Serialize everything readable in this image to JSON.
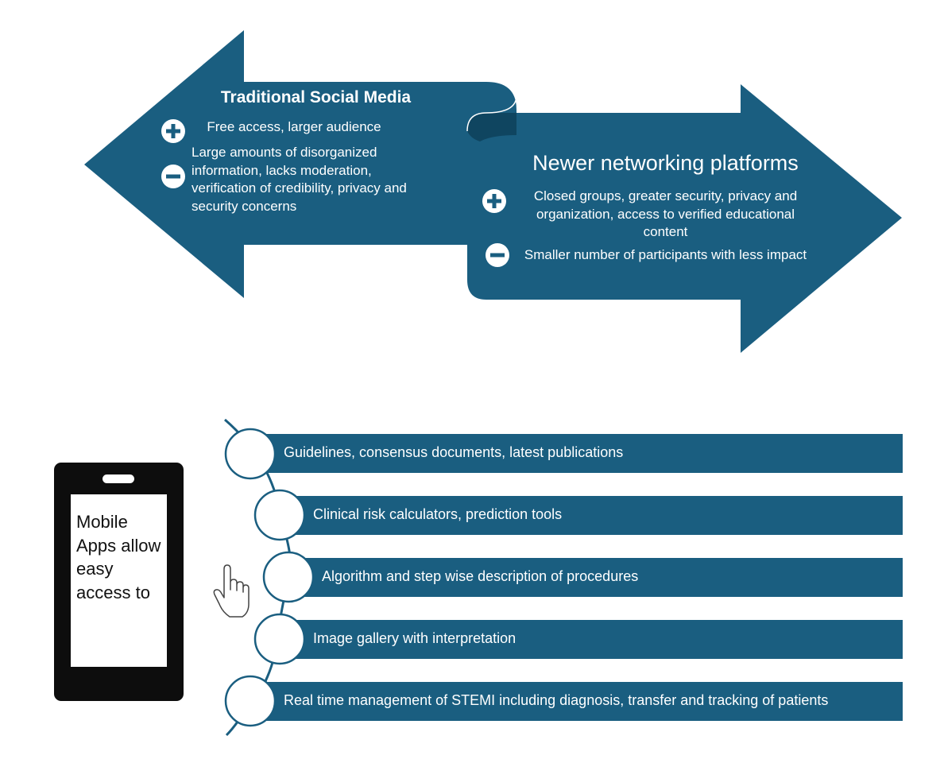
{
  "traditional": {
    "title": "Traditional Social Media",
    "pro": "Free access, larger audience",
    "con": "Large amounts of disorganized information, lacks moderation, verification of credibility, privacy and security concerns"
  },
  "newer": {
    "title": "Newer networking platforms",
    "pro": "Closed groups, greater security, privacy and organization, access to verified educational content",
    "con": "Smaller number of participants with less impact"
  },
  "mobile": {
    "label": "Mobile Apps allow easy access to"
  },
  "features": [
    "Guidelines, consensus documents, latest publications",
    "Clinical risk calculators, prediction tools",
    "Algorithm and step wise description of procedures",
    "Image gallery with interpretation",
    "Real time management of STEMI including diagnosis, transfer and tracking of patients"
  ],
  "colors": {
    "primary": "#1a5e80",
    "dark_fold": "#0f4560",
    "phone": "#0d0d0d"
  },
  "icons": {
    "plus": "plus-circle-icon",
    "minus": "minus-circle-icon",
    "pointer": "hand-pointer-icon"
  }
}
